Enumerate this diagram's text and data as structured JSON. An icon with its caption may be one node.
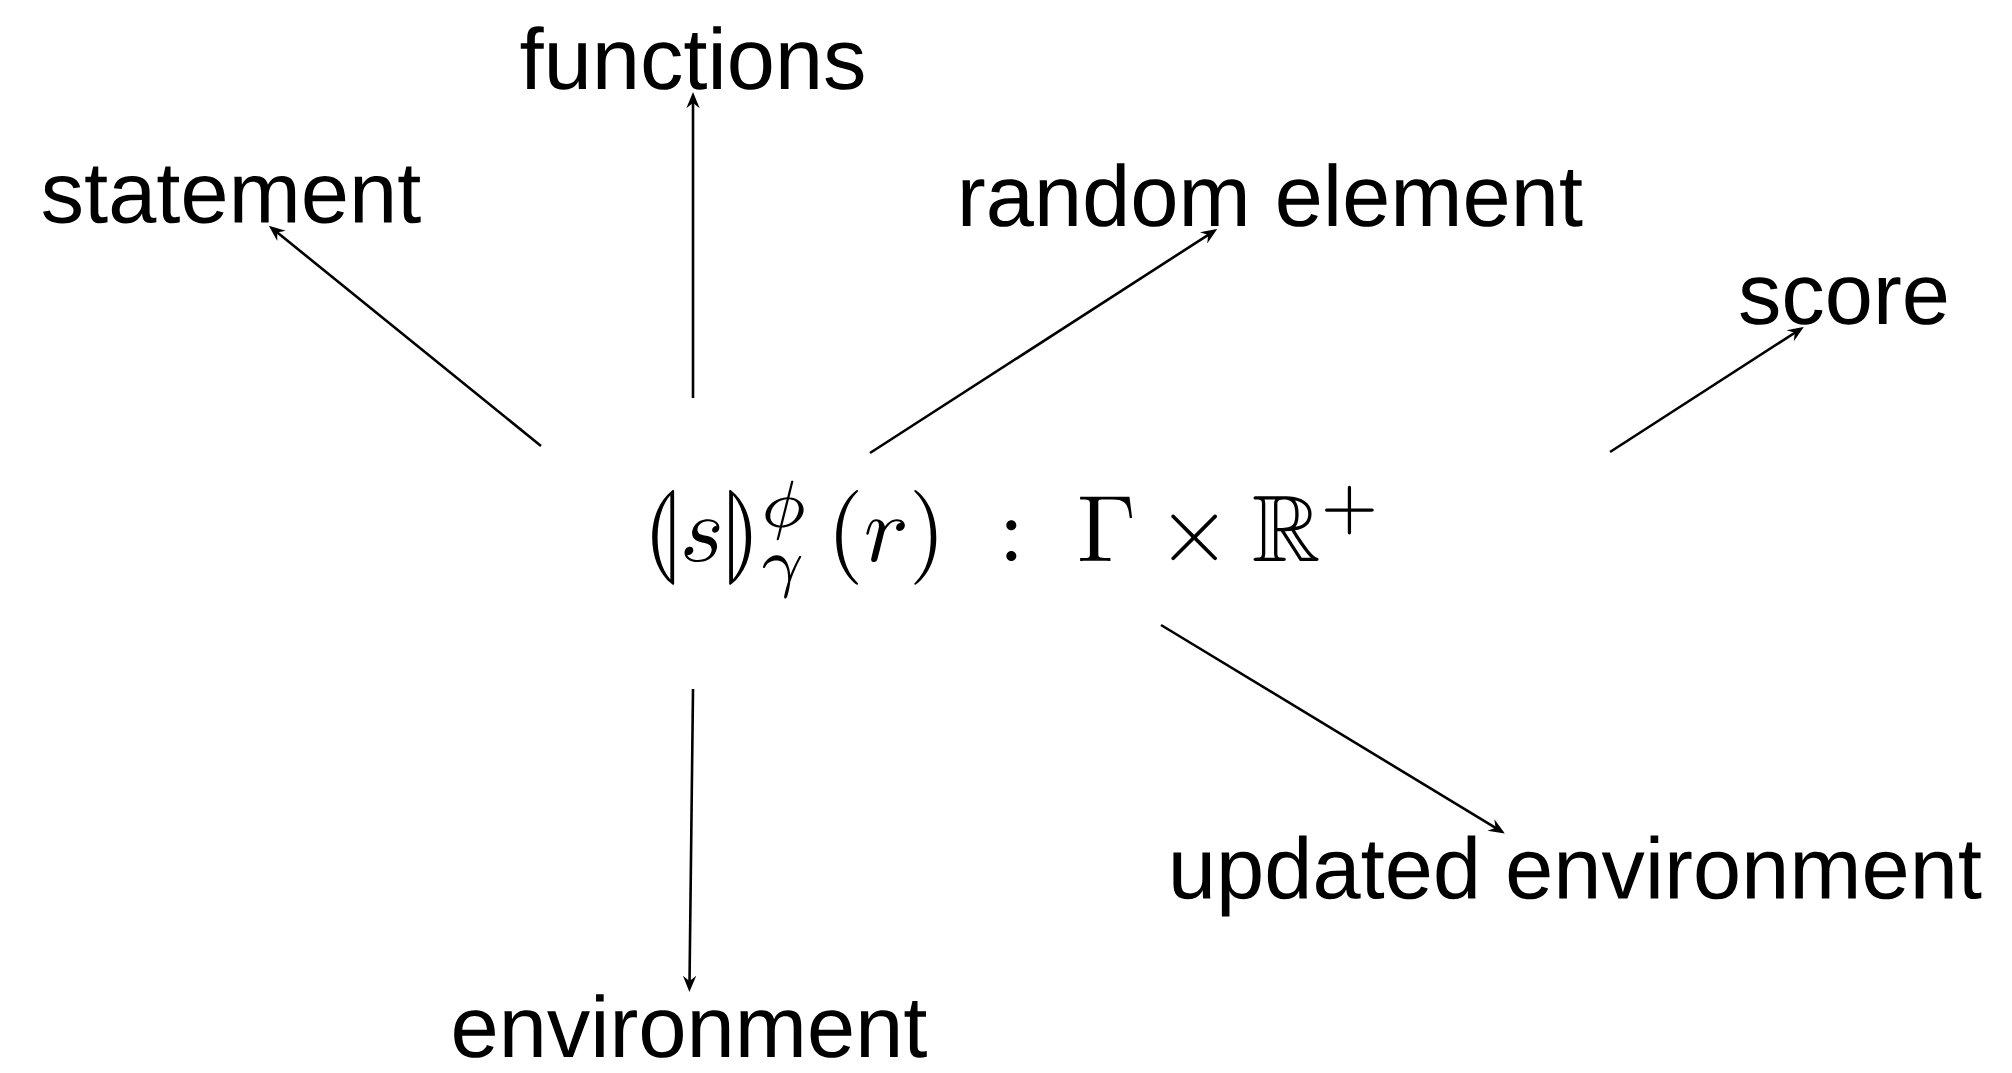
{
  "diagram": {
    "nodes": [
      {
        "text": [
          "functions"
        ]
      },
      {
        "text": [
          "statement"
        ]
      },
      {
        "text": [
          "random element"
        ]
      },
      {
        "text": [
          "score"
        ]
      },
      {
        "text": [
          "updated environment"
        ]
      },
      {
        "text": [
          "environment"
        ]
      }
    ],
    "edges": [
      {
        "from": null,
        "to": 0,
        "arrow": "to"
      },
      {
        "from": null,
        "to": 1,
        "arrow": "to"
      },
      {
        "from": null,
        "to": 2,
        "arrow": "to"
      },
      {
        "from": null,
        "to": 3,
        "arrow": "to"
      },
      {
        "from": null,
        "to": 4,
        "arrow": "to"
      },
      {
        "from": null,
        "to": 5,
        "arrow": "to"
      }
    ],
    "labels": [
      "\\llparenthesis s\\rrparenthesis_{\\gamma}^{\\phi}\\,(r)\\;:\\;\\Gamma\\times\\mathbb{R}^{+}"
    ]
  }
}
